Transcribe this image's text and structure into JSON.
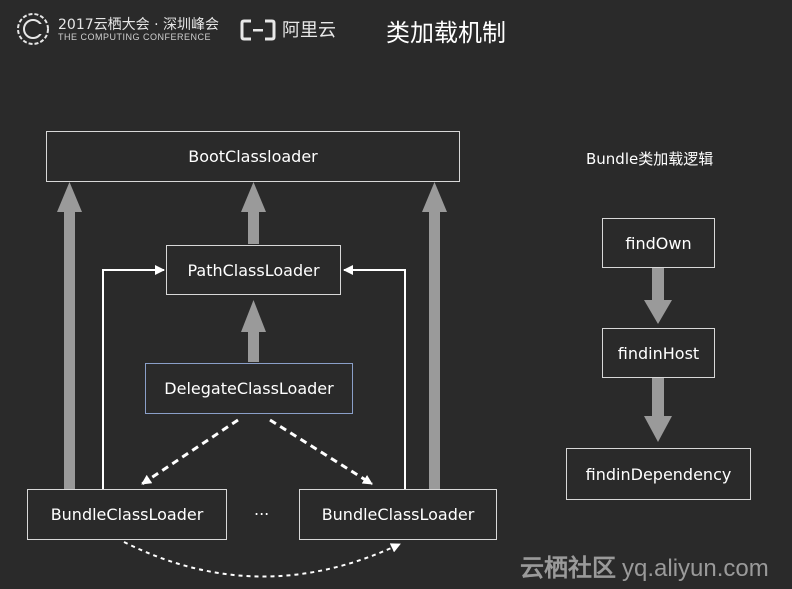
{
  "header": {
    "conference_title": "2017云栖大会 · 深圳峰会",
    "conference_subtitle": "THE COMPUTING CONFERENCE",
    "brand_name": "阿里云",
    "slide_title": "类加载机制"
  },
  "diagram": {
    "boot": "BootClassloader",
    "path": "PathClassLoader",
    "delegate": "DelegateClassLoader",
    "bundle_left": "BundleClassLoader",
    "bundle_right": "BundleClassLoader",
    "ellipsis": "..."
  },
  "flow": {
    "title": "Bundle类加载逻辑",
    "steps": [
      "findOwn",
      "findinHost",
      "findinDependency"
    ]
  },
  "watermark": {
    "site_cn": "云栖社区",
    "site_url": "yq.aliyun.com"
  },
  "colors": {
    "background": "#2a2a2a",
    "box_border": "#d8d8d8",
    "delegate_border": "#8a9fc8",
    "thick_arrow": "#9a9a9a"
  }
}
